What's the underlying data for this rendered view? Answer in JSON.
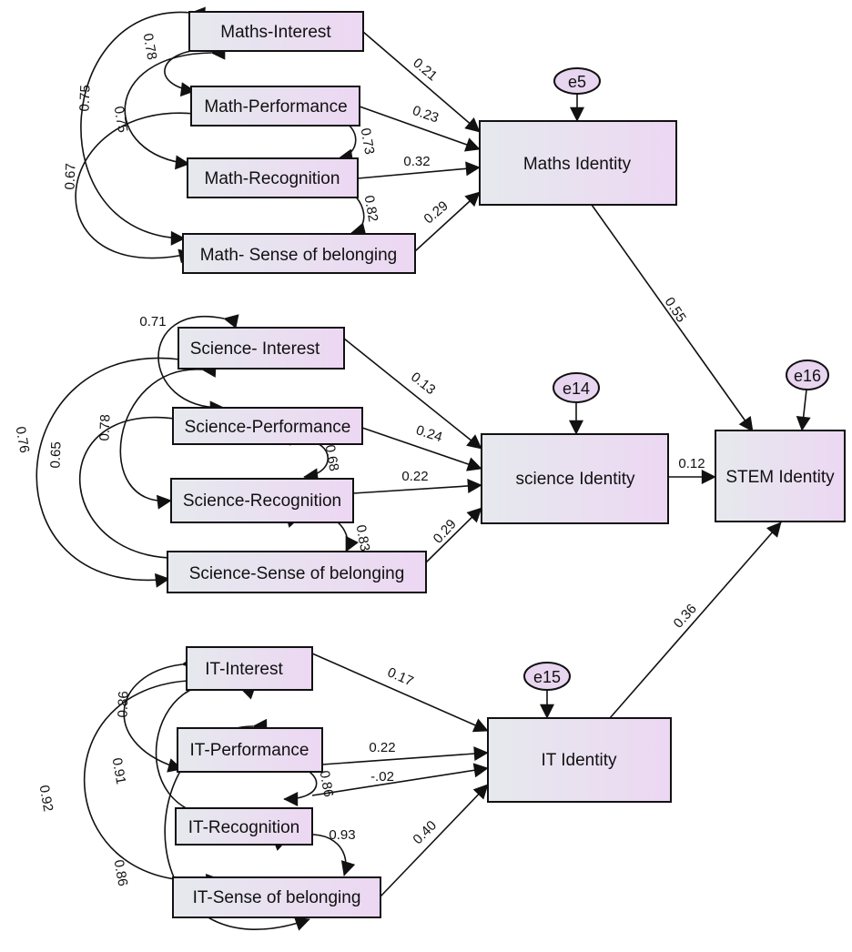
{
  "colors": {
    "box_fill_start": "#e6e9ee",
    "box_fill_end": "#ecd7f2",
    "err_fill": "#e8d5ef",
    "stroke": "#111111"
  },
  "observed": {
    "maths_interest": "Maths-Interest",
    "math_performance": "Math-Performance",
    "math_recognition": "Math-Recognition",
    "math_belonging": "Math- Sense of belonging",
    "science_interest": "Science- Interest",
    "science_performance": "Science-Performance",
    "science_recognition": "Science-Recognition",
    "science_belonging": "Science-Sense of belonging",
    "it_interest": "IT-Interest",
    "it_performance": "IT-Performance",
    "it_recognition": "IT-Recognition",
    "it_belonging": "IT-Sense of belonging"
  },
  "identities": {
    "maths": "Maths Identity",
    "science": "science Identity",
    "it": "IT Identity",
    "stem": "STEM Identity"
  },
  "errors": {
    "e5": "e5",
    "e14": "e14",
    "e15": "e15",
    "e16": "e16"
  },
  "paths": {
    "mi_to_math": "0.21",
    "mp_to_math": "0.23",
    "mr_to_math": "0.32",
    "mb_to_math": "0.29",
    "si_to_sci": "0.13",
    "sp_to_sci": "0.24",
    "sr_to_sci": "0.22",
    "sb_to_sci": "0.29",
    "ii_to_it": "0.17",
    "ip_to_it": "0.22",
    "ir_to_it": "-.02",
    "ib_to_it": "0.40",
    "math_to_stem": "0.55",
    "sci_to_stem": "0.12",
    "it_to_stem": "0.36"
  },
  "correlations": {
    "math": [
      "0.75",
      "0.78",
      "0.75",
      "0.67",
      "0.73",
      "0.82"
    ],
    "science": [
      "0.71",
      "0.78",
      "0.65",
      "0.76",
      "0.68",
      "0.83"
    ],
    "it": [
      "0.86",
      "0.91",
      "0.92",
      "0.86",
      "0.86",
      "0.93"
    ]
  }
}
